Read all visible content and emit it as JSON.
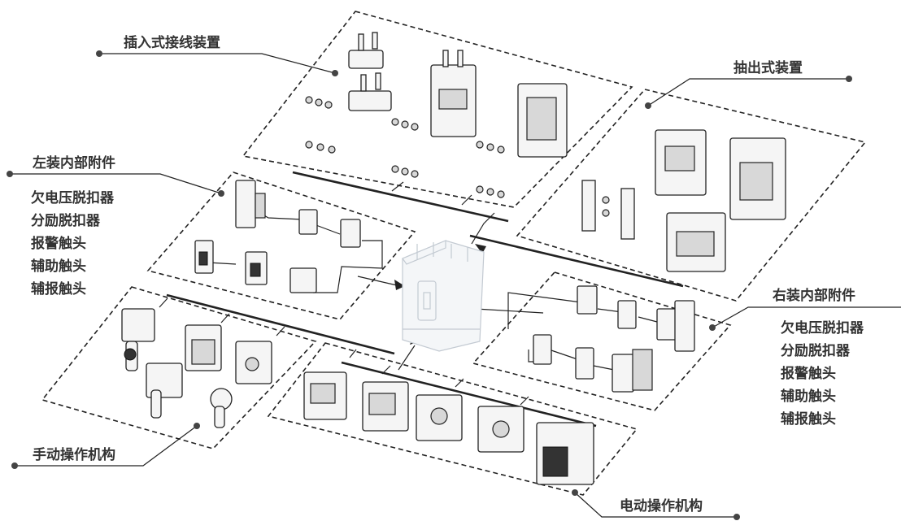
{
  "labels": {
    "plug_in": "插入式接线装置",
    "draw_out": "抽出式装置",
    "left_internal": "左装内部附件",
    "right_internal": "右装内部附件",
    "manual": "手动操作机构",
    "electric": "电动操作机构"
  },
  "left_accessories": [
    "欠电压脱扣器",
    "分励脱扣器",
    "报警触头",
    "辅助触头",
    "辅报触头"
  ],
  "right_accessories": [
    "欠电压脱扣器",
    "分励脱扣器",
    "报警触头",
    "辅助触头",
    "辅报触头"
  ],
  "colors": {
    "line": "#222222",
    "text": "#333333",
    "breaker": "#c3cad2"
  }
}
